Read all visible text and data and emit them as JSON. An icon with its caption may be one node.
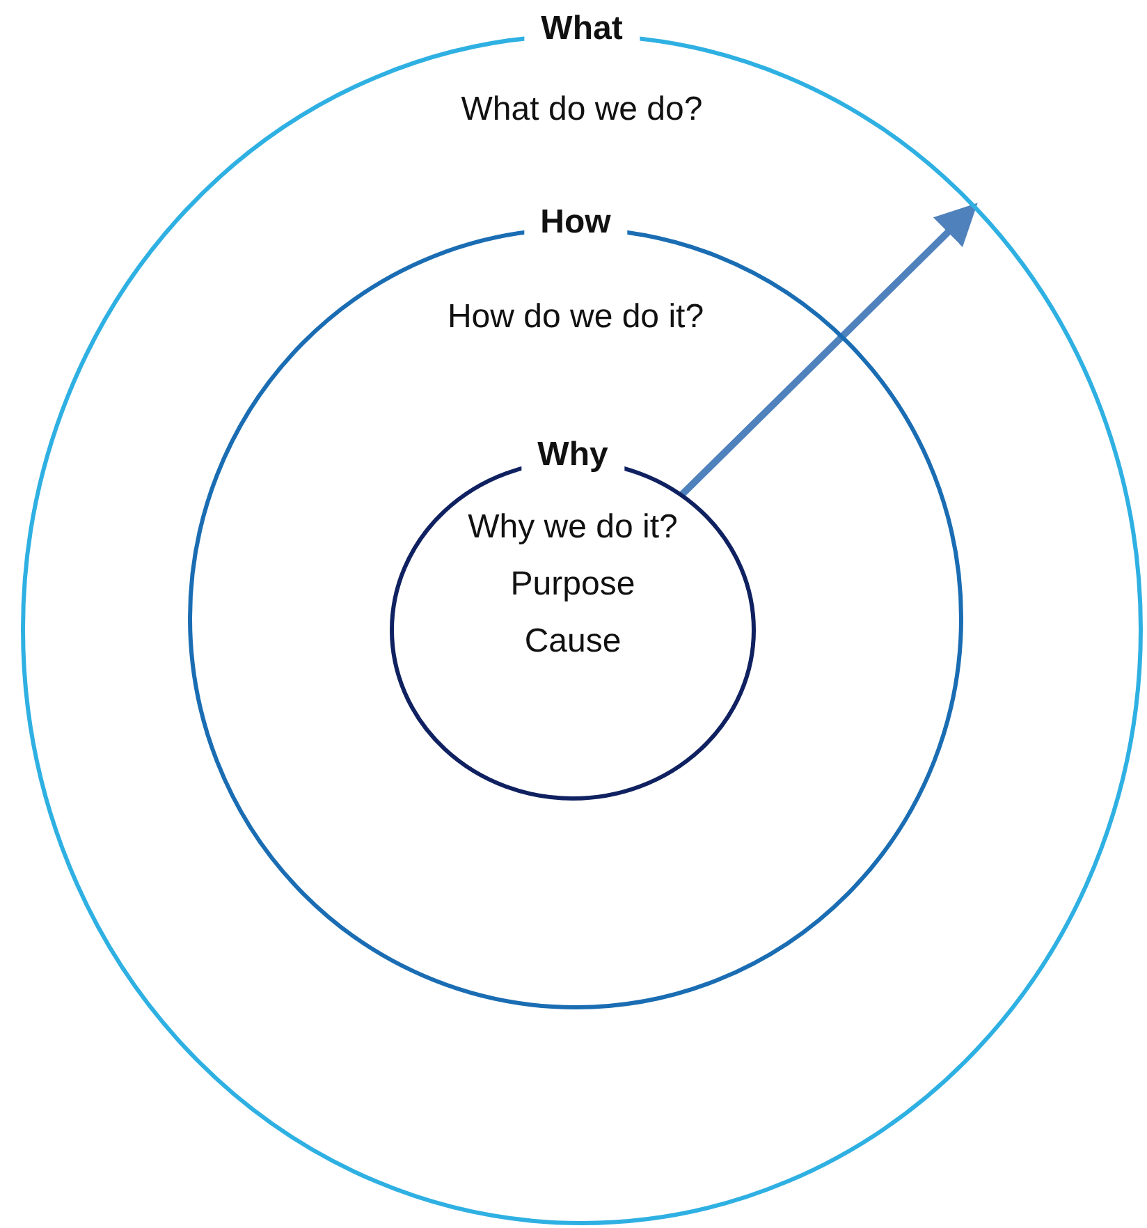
{
  "diagram": {
    "nodes": [
      {
        "text": [
          "What",
          "What do we do?"
        ]
      },
      {
        "text": [
          "How",
          "How do we do it?"
        ],
        "in": 0
      },
      {
        "text": [
          "Why",
          "Why we do it?",
          "Purpose",
          "Cause"
        ],
        "in": 1
      }
    ],
    "edges": [
      {
        "from": 2,
        "to": 0,
        "arrow": "to"
      }
    ]
  }
}
